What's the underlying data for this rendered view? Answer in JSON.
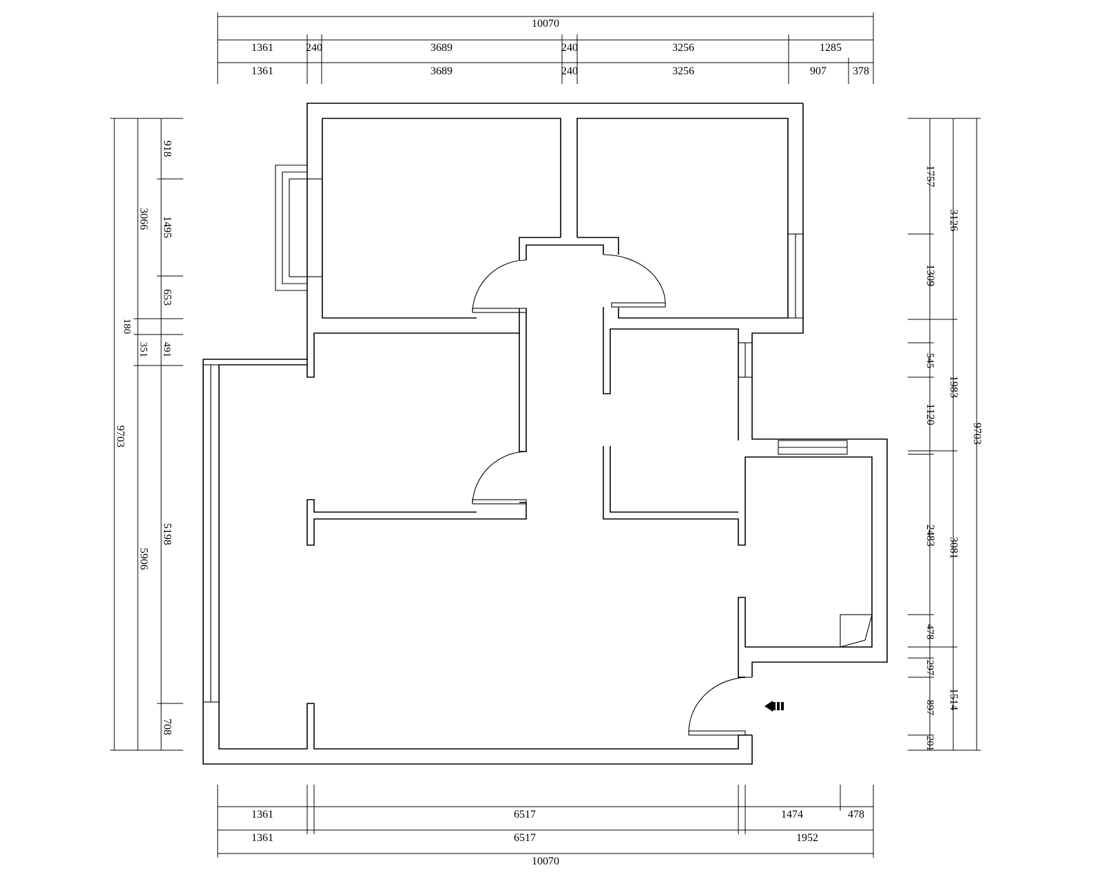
{
  "dims": {
    "top_total": "10070",
    "top_row1": [
      "1361",
      "240",
      "3689",
      "240",
      "3256",
      "1285"
    ],
    "top_row2": [
      "1361",
      "3689",
      "240",
      "3256",
      "907",
      "378"
    ],
    "bottom_row1": [
      "1361",
      "6517",
      "1474",
      "478"
    ],
    "bottom_row2": [
      "1361",
      "6517",
      "1952"
    ],
    "bottom_total": "10070",
    "left_total": "9703",
    "left_mid": [
      "3066",
      "180",
      "351",
      "5906"
    ],
    "left_inner": [
      "918",
      "1495",
      "653",
      "491",
      "5198",
      "708"
    ],
    "right_total": "9703",
    "right_mid": [
      "3126",
      "1983",
      "3081",
      "1514"
    ],
    "right_inner": [
      "1757",
      "1309",
      "545",
      "1120",
      "2483",
      "478",
      "297",
      "897",
      "201"
    ]
  },
  "entrance_icon": "entrance-arrow-icon"
}
